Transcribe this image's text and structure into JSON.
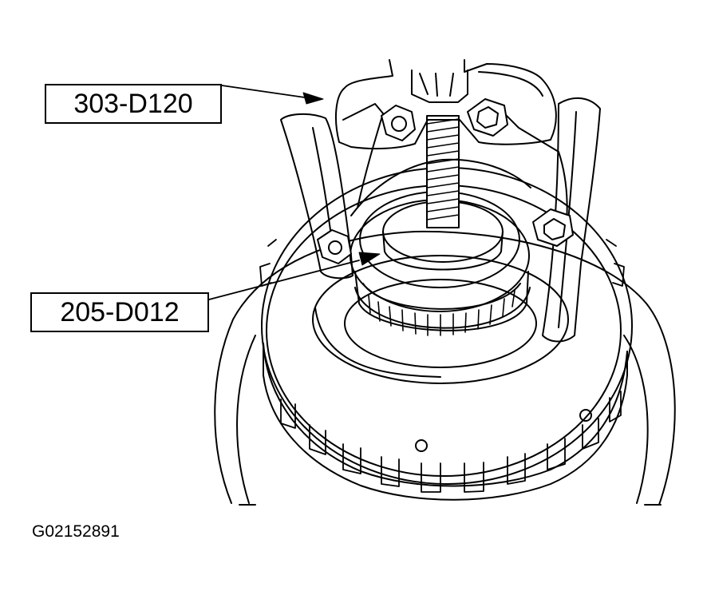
{
  "callouts": {
    "puller": "303-D120",
    "installer": "205-D012"
  },
  "figure_id": "G02152891",
  "colors": {
    "line": "#000000",
    "background": "#ffffff"
  }
}
